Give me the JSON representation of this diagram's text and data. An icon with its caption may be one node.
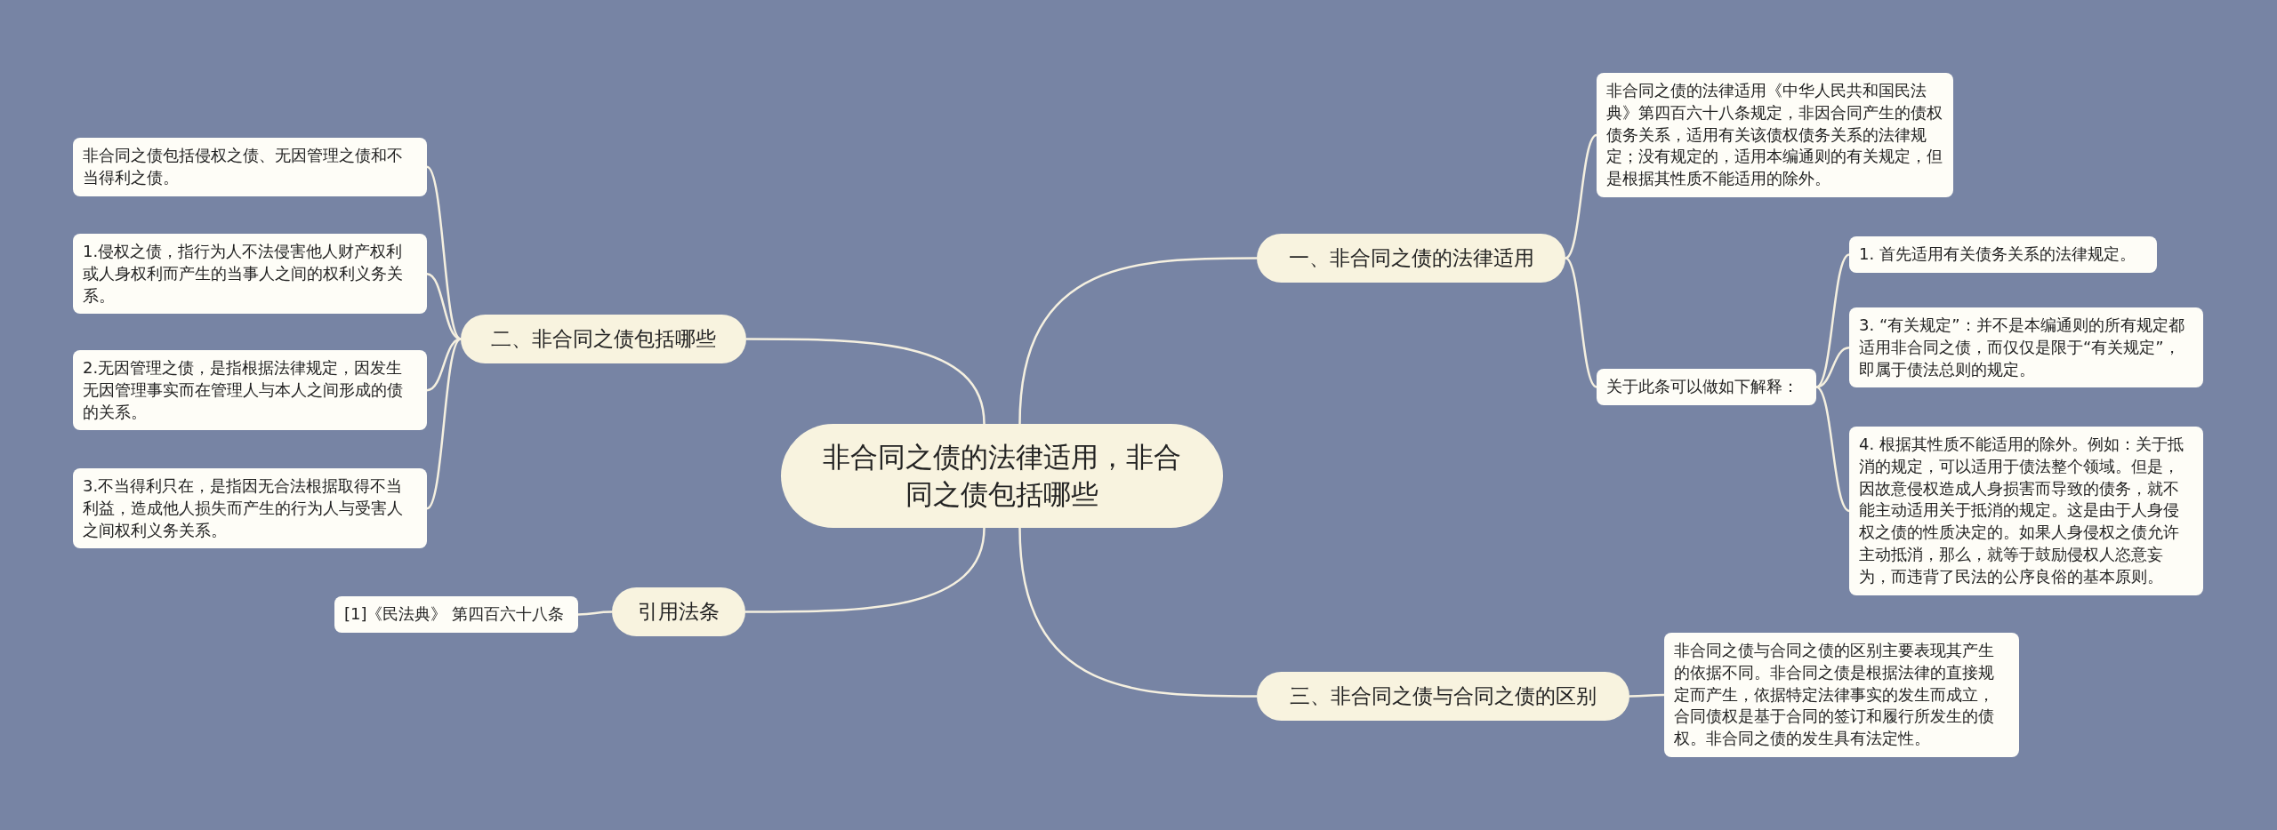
{
  "diagram": {
    "nodes": [
      {
        "text": [
          "非合同之债的法律适用，非合同之债包括哪些"
        ]
      },
      {
        "text": [
          "一、非合同之债的法律适用"
        ]
      },
      {
        "text": [
          "非合同之债的法律适用《中华人民共和国民法典》第四百六十八条规定，非因合同产生的债权债务关系，适用有关该债权债务关系的法律规定；没有规定的，适用本编通则的有关规定，但是根据其性质不能适用的除外。"
        ]
      },
      {
        "text": [
          "关于此条可以做如下解释："
        ]
      },
      {
        "text": [
          "1. 首先适用有关债务关系的法律规定。"
        ]
      },
      {
        "text": [
          "3. “有关规定”：并不是本编通则的所有规定都适用非合同之债，而仅仅是限于“有关规定”，即属于债法总则的规定。"
        ]
      },
      {
        "text": [
          "4. 根据其性质不能适用的除外。例如：关于抵消的规定，可以适用于债法整个领域。但是，因故意侵权造成人身损害而导致的债务，就不能主动适用关于抵消的规定。这是由于人身侵权之债的性质决定的。如果人身侵权之债允许主动抵消，那么，就等于鼓励侵权人恣意妄为，而违背了民法的公序良俗的基本原则。"
        ]
      },
      {
        "text": [
          "三、非合同之债与合同之债的区别"
        ]
      },
      {
        "text": [
          "非合同之债与合同之债的区别主要表现其产生的依据不同。非合同之债是根据法律的直接规定而产生，依据特定法律事实的发生而成立，合同债权是基于合同的签订和履行所发生的债权。非合同之债的发生具有法定性。"
        ]
      },
      {
        "text": [
          "二、非合同之债包括哪些"
        ]
      },
      {
        "text": [
          "非合同之债包括侵权之债、无因管理之债和不当得利之债。"
        ]
      },
      {
        "text": [
          "1.侵权之债，指行为人不法侵害他人财产权利或人身权利而产生的当事人之间的权利义务关系。"
        ]
      },
      {
        "text": [
          "2.无因管理之债，是指根据法律规定，因发生无因管理事实而在管理人与本人之间形成的债的关系。"
        ]
      },
      {
        "text": [
          "3.不当得利只在，是指因无合法根据取得不当利益，造成他人损失而产生的行为人与受害人之间权利义务关系。"
        ]
      },
      {
        "text": [
          "引用法条"
        ]
      },
      {
        "text": [
          "[1]《民法典》 第四百六十八条"
        ]
      }
    ],
    "edges": [
      {
        "from": 0,
        "to": 1,
        "arrow": "none"
      },
      {
        "from": 1,
        "to": 2,
        "arrow": "none"
      },
      {
        "from": 1,
        "to": 3,
        "arrow": "none"
      },
      {
        "from": 3,
        "to": 4,
        "arrow": "none"
      },
      {
        "from": 3,
        "to": 5,
        "arrow": "none"
      },
      {
        "from": 3,
        "to": 6,
        "arrow": "none"
      },
      {
        "from": 0,
        "to": 7,
        "arrow": "none"
      },
      {
        "from": 7,
        "to": 8,
        "arrow": "none"
      },
      {
        "from": 0,
        "to": 9,
        "arrow": "none"
      },
      {
        "from": 9,
        "to": 10,
        "arrow": "none"
      },
      {
        "from": 9,
        "to": 11,
        "arrow": "none"
      },
      {
        "from": 9,
        "to": 12,
        "arrow": "none"
      },
      {
        "from": 9,
        "to": 13,
        "arrow": "none"
      },
      {
        "from": 0,
        "to": 14,
        "arrow": "none"
      },
      {
        "from": 14,
        "to": 15,
        "arrow": "none"
      }
    ]
  }
}
